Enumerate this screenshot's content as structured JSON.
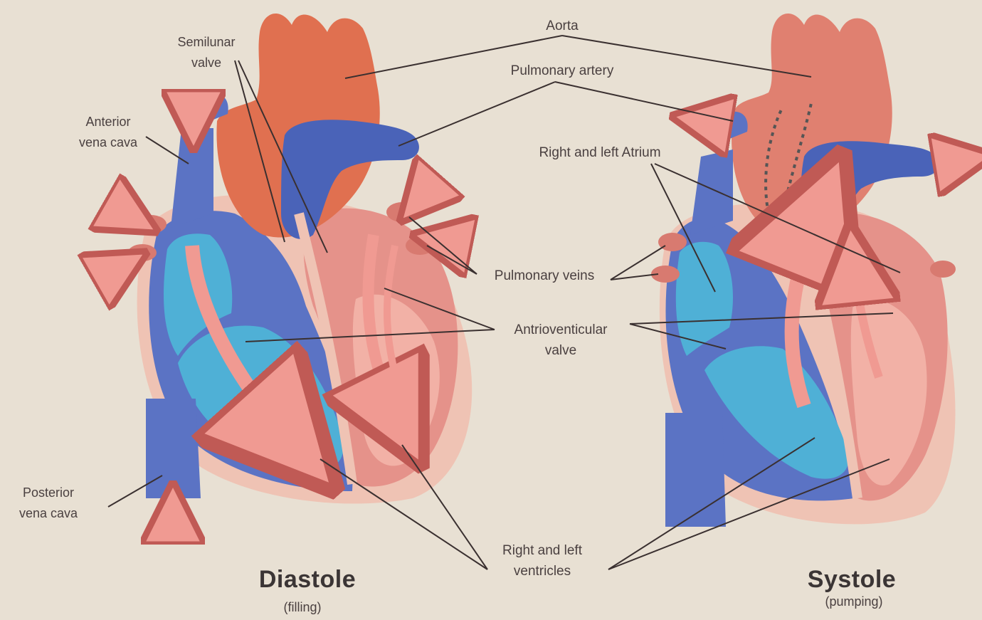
{
  "labels": {
    "aorta": "Aorta",
    "semilunar_valve": "Semilunar\nvalve",
    "pulmonary_artery": "Pulmonary artery",
    "anterior_vena_cava": "Anterior\nvena cava",
    "right_left_atrium": "Right and left Atrium",
    "pulmonary_veins": "Pulmonary veins",
    "av_valve": "Antrioventicular\nvalve",
    "posterior_vena_cava": "Posterior\nvena cava",
    "ventricles": "Right and left\nventricles"
  },
  "panels": {
    "diastole": {
      "title": "Diastole",
      "subtitle": "(filling)"
    },
    "systole": {
      "title": "Systole",
      "subtitle": "(pumping)"
    }
  },
  "colors": {
    "background": "#e8e0d3",
    "deoxygenated_blue": "#5b73c4",
    "chamber_light_blue": "#4fb0d6",
    "oxygenated_red": "#d86a5a",
    "aorta_orange": "#e07050",
    "arrow_pink": "#f09a92",
    "outline_peach": "#efc3b4",
    "leader_line": "#3a3030"
  }
}
